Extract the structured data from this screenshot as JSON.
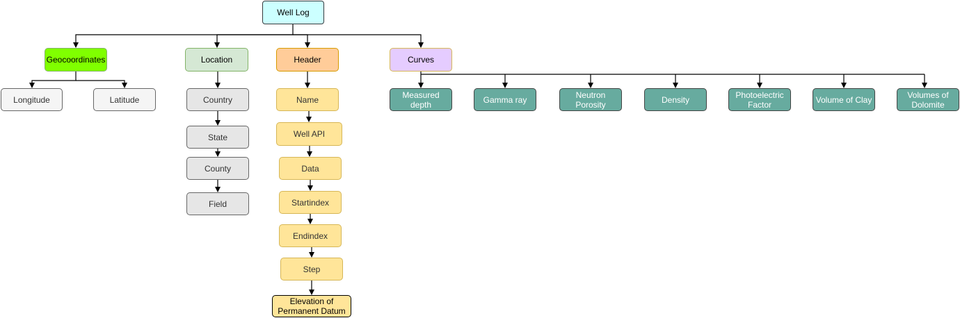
{
  "root": {
    "label": "Well Log"
  },
  "categories": {
    "geocoordinates": "Geocoordinates",
    "location": "Location",
    "header": "Header",
    "curves": "Curves"
  },
  "geocoordinates_items": [
    "Longitude",
    "Latitude"
  ],
  "location_items": [
    "Country",
    "State",
    "County",
    "Field"
  ],
  "header_items": [
    "Name",
    "Well API",
    "Data",
    "Startindex",
    "Endindex",
    "Step",
    "Elevation of Permanent Datum"
  ],
  "curves_items": [
    "Measured depth",
    "Gamma ray",
    "Neutron Porosity",
    "Density",
    "Photoelectric Factor",
    "Volume of Clay",
    "Volumes of Dolomite"
  ],
  "colors": {
    "root_fill": "#ccffff",
    "geocoordinates_fill": "#80ff00",
    "location_fill": "#d5e8d4",
    "header_fill": "#ffcc99",
    "curves_fill": "#e5ccff",
    "header_item_fill": "#ffe599",
    "location_item_fill": "#e6e6e6",
    "geo_item_fill": "#f5f5f5",
    "curve_item_fill": "#67ab9f"
  }
}
